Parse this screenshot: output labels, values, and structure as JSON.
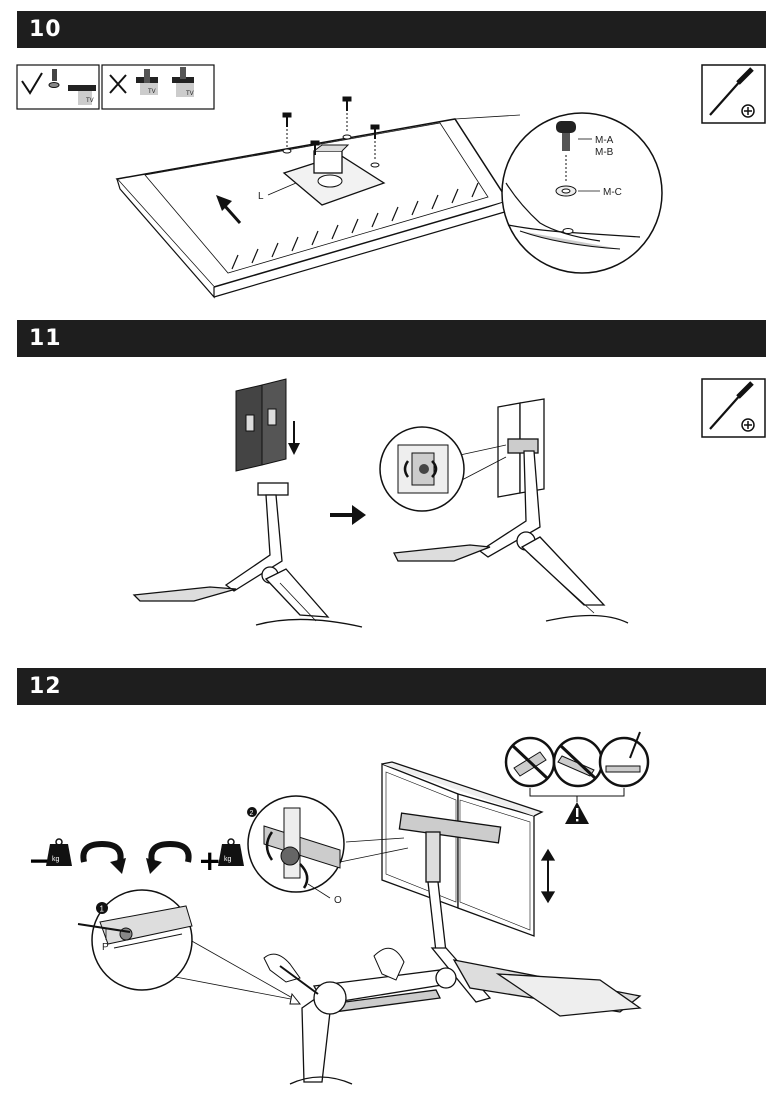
{
  "steps": [
    {
      "number": "10",
      "part_labels": {
        "bracket": "L",
        "screw_a": "M-A",
        "screw_b": "M-B",
        "washer": "M-C"
      },
      "tv_tag": "TV"
    },
    {
      "number": "11"
    },
    {
      "number": "12",
      "part_labels": {
        "spring_screw": "P",
        "knob": "O"
      },
      "kg_label": "kg",
      "minus": "−",
      "plus": "+"
    }
  ],
  "icons": {
    "step10": [
      "check-icon",
      "cross-icon",
      "screwdriver-icon"
    ],
    "step11": [
      "screwdriver-icon",
      "arrow-right-icon",
      "arrow-down-icon"
    ],
    "step12": [
      "warning-icon",
      "weight-icon",
      "rotate-icon",
      "up-down-arrow-icon"
    ]
  },
  "colors": {
    "header_bar": "#1e1e1e",
    "header_text": "#ffffff",
    "line": "#111111"
  }
}
